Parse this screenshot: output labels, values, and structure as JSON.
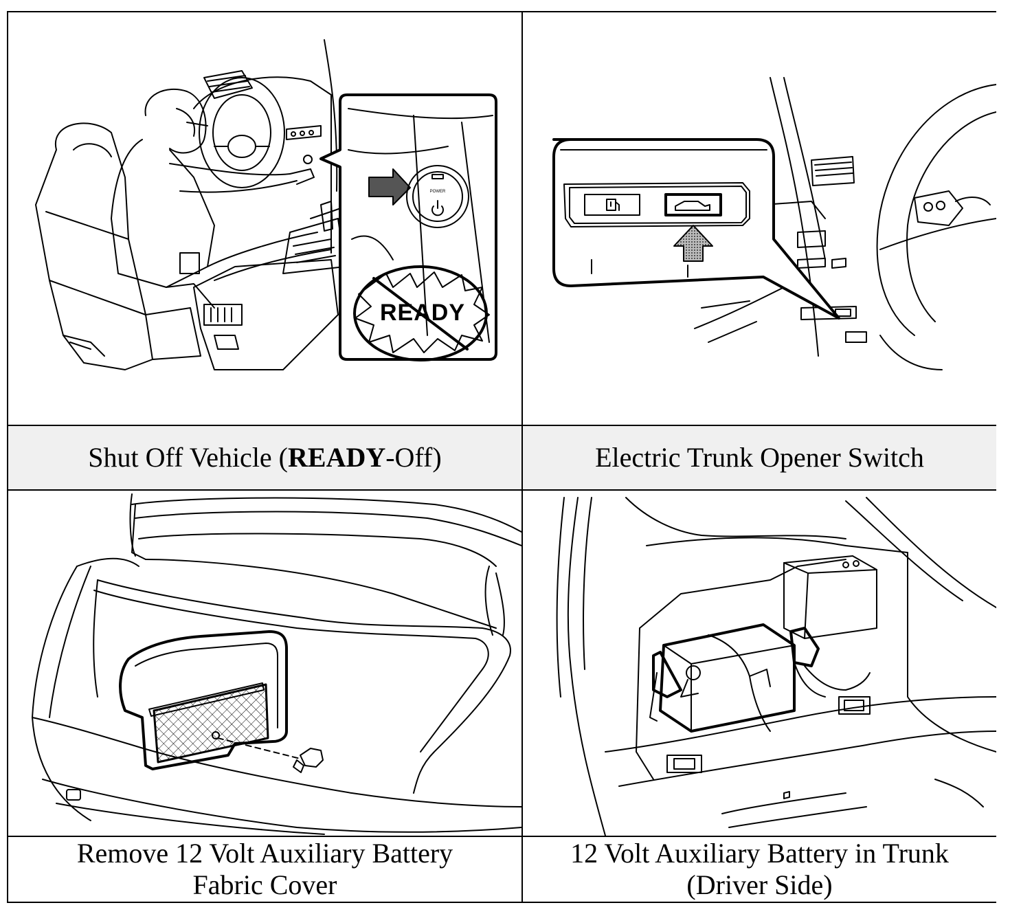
{
  "panels": [
    {
      "id": "shut-off",
      "caption_pre": "Shut Off Vehicle (",
      "caption_bold": "READY",
      "caption_post": "-Off)",
      "inset_label": "READY",
      "button_label": "POWER"
    },
    {
      "id": "trunk-switch",
      "caption": "Electric Trunk Opener Switch"
    },
    {
      "id": "cover",
      "caption_line1": "Remove 12 Volt Auxiliary Battery",
      "caption_line2": "Fabric Cover"
    },
    {
      "id": "battery",
      "caption_line1": "12 Volt Auxiliary Battery in Trunk",
      "caption_line2": "(Driver Side)"
    }
  ]
}
